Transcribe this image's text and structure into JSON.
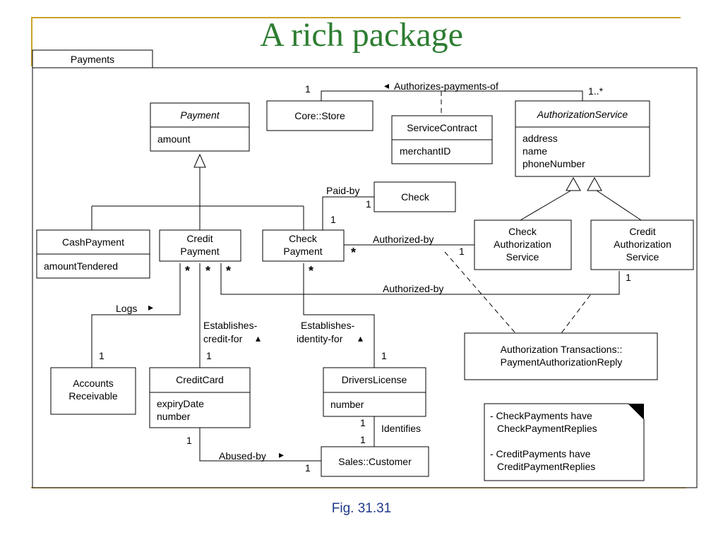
{
  "slide": {
    "title": "A rich package",
    "caption": "Fig. 31.31",
    "accent_color": "#c9a227",
    "title_color": "#2e7d32",
    "caption_color": "#1f3a8a"
  },
  "package": {
    "name": "Payments"
  },
  "classes": {
    "payment": {
      "name": "Payment",
      "attributes": [
        "amount"
      ]
    },
    "cash_payment": {
      "name": "CashPayment",
      "attributes": [
        "amountTendered"
      ]
    },
    "credit_payment": {
      "name_lines": [
        "Credit",
        "Payment"
      ]
    },
    "check_payment": {
      "name_lines": [
        "Check",
        "Payment"
      ]
    },
    "core_store": {
      "name": "Core::Store"
    },
    "service_contract": {
      "name": "ServiceContract",
      "attributes": [
        "merchantID"
      ]
    },
    "authorization_service": {
      "name": "AuthorizationService",
      "attributes": [
        "address",
        "name",
        "phoneNumber"
      ]
    },
    "check": {
      "name": "Check"
    },
    "check_auth_service": {
      "name_lines": [
        "Check",
        "Authorization",
        "Service"
      ]
    },
    "credit_auth_service": {
      "name_lines": [
        "Credit",
        "Authorization",
        "Service"
      ]
    },
    "accounts_receivable": {
      "name_lines": [
        "Accounts",
        "Receivable"
      ]
    },
    "credit_card": {
      "name": "CreditCard",
      "attributes": [
        "expiryDate",
        "number"
      ]
    },
    "drivers_license": {
      "name": "DriversLicense",
      "attributes": [
        "number"
      ]
    },
    "sales_customer": {
      "name": "Sales::Customer"
    },
    "auth_reply": {
      "name_lines": [
        "Authorization Transactions::",
        "PaymentAuthorizationReply"
      ]
    }
  },
  "associations": {
    "authorizes_payments_of": {
      "label": "Authorizes-payments-of",
      "arrow": "◂",
      "mult_left": "1",
      "mult_right": "1..*"
    },
    "paid_by": {
      "label": "Paid-by",
      "mult_check": "1",
      "mult_payment": "1"
    },
    "authorized_by_check": {
      "label": "Authorized-by",
      "mult_payment": "*",
      "mult_service": "1"
    },
    "authorized_by_credit": {
      "label": "Authorized-by",
      "mult_payment": "*",
      "mult_service": "1"
    },
    "logs": {
      "label": "Logs",
      "arrow": "▸",
      "mult_payment": "*",
      "mult_accounts": "1"
    },
    "establishes_credit_for": {
      "label_lines": [
        "Establishes-",
        "credit-for"
      ],
      "arrow": "▴",
      "mult_payment": "*",
      "mult_card": "1"
    },
    "establishes_identity_for": {
      "label_lines": [
        "Establishes-",
        "identity-for"
      ],
      "arrow": "▴",
      "mult_payment": "*",
      "mult_license": "1"
    },
    "identifies": {
      "label": "Identifies",
      "mult_license": "1",
      "mult_customer": "1"
    },
    "abused_by": {
      "label": "Abused-by",
      "arrow": "▸",
      "mult_card": "1",
      "mult_customer": "1"
    }
  },
  "note": {
    "lines": [
      "- CheckPayments have",
      "CheckPaymentReplies",
      "- CreditPayments have",
      "CreditPaymentReplies"
    ]
  }
}
